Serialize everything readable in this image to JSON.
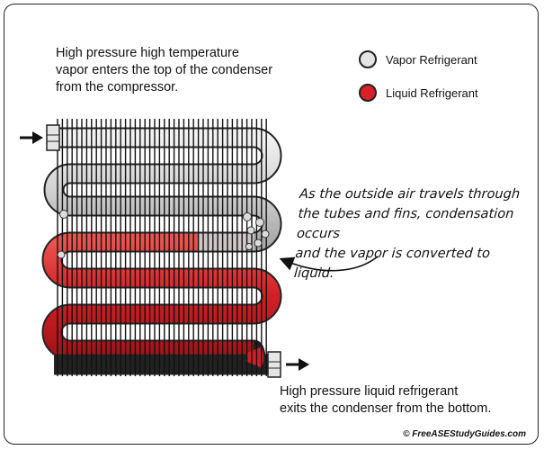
{
  "intro_text": [
    "High pressure high temperature",
    "vapor enters the top of the condenser",
    "from the compressor."
  ],
  "legend": {
    "vapor": {
      "label": "Vapor Refrigerant",
      "color": "#e3e3e3"
    },
    "liquid": {
      "label": "Liquid Refrigerant",
      "color": "#d92027"
    }
  },
  "note_text": [
    "As the outside air travels through",
    "the tubes and fins, condensation occurs",
    "and the vapor is converted to liquid."
  ],
  "exit_text": [
    "High pressure liquid refrigerant",
    "exits the condenser from the bottom."
  ],
  "credit": "© FreeASEStudyGuides.com"
}
